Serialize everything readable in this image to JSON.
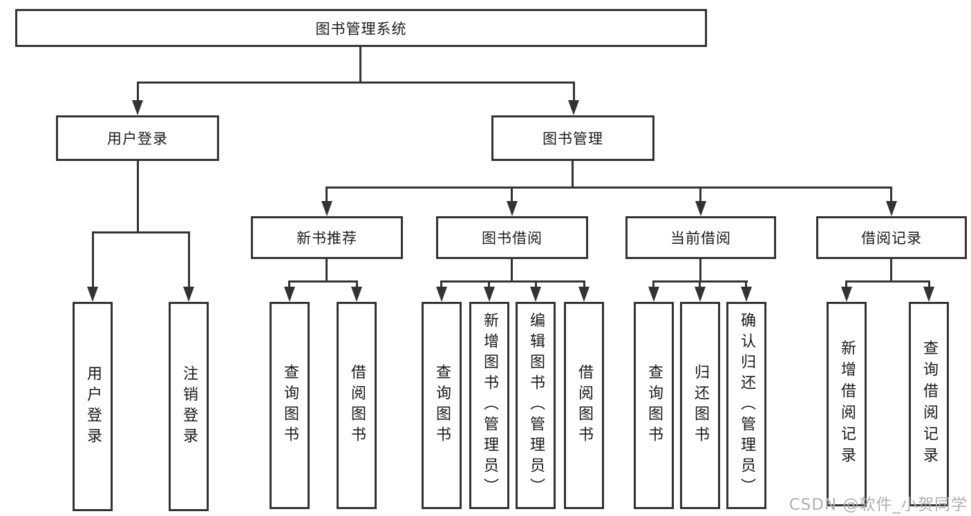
{
  "diagram": {
    "root": "图书管理系统",
    "level2": [
      "用户登录",
      "图书管理"
    ],
    "level3": [
      "新书推荐",
      "图书借阅",
      "当前借阅",
      "借阅记录"
    ],
    "leaves": {
      "login": [
        "用户登录",
        "注销登录"
      ],
      "recommend": [
        "查询图书",
        "借阅图书"
      ],
      "borrow": [
        "查询图书",
        "新增图书（管理员）",
        "编辑图书（管理员）",
        "借阅图书"
      ],
      "current": [
        "查询图书",
        "归还图书",
        "确认归还（管理员）"
      ],
      "records": [
        "新增借阅记录",
        "查询借阅记录"
      ]
    }
  },
  "watermark": "CSDN @软件_小贺同学",
  "colors": {
    "line": "#333333",
    "text": "#1a1a1a",
    "watermark": "#b0b0b0",
    "background": "#ffffff"
  }
}
